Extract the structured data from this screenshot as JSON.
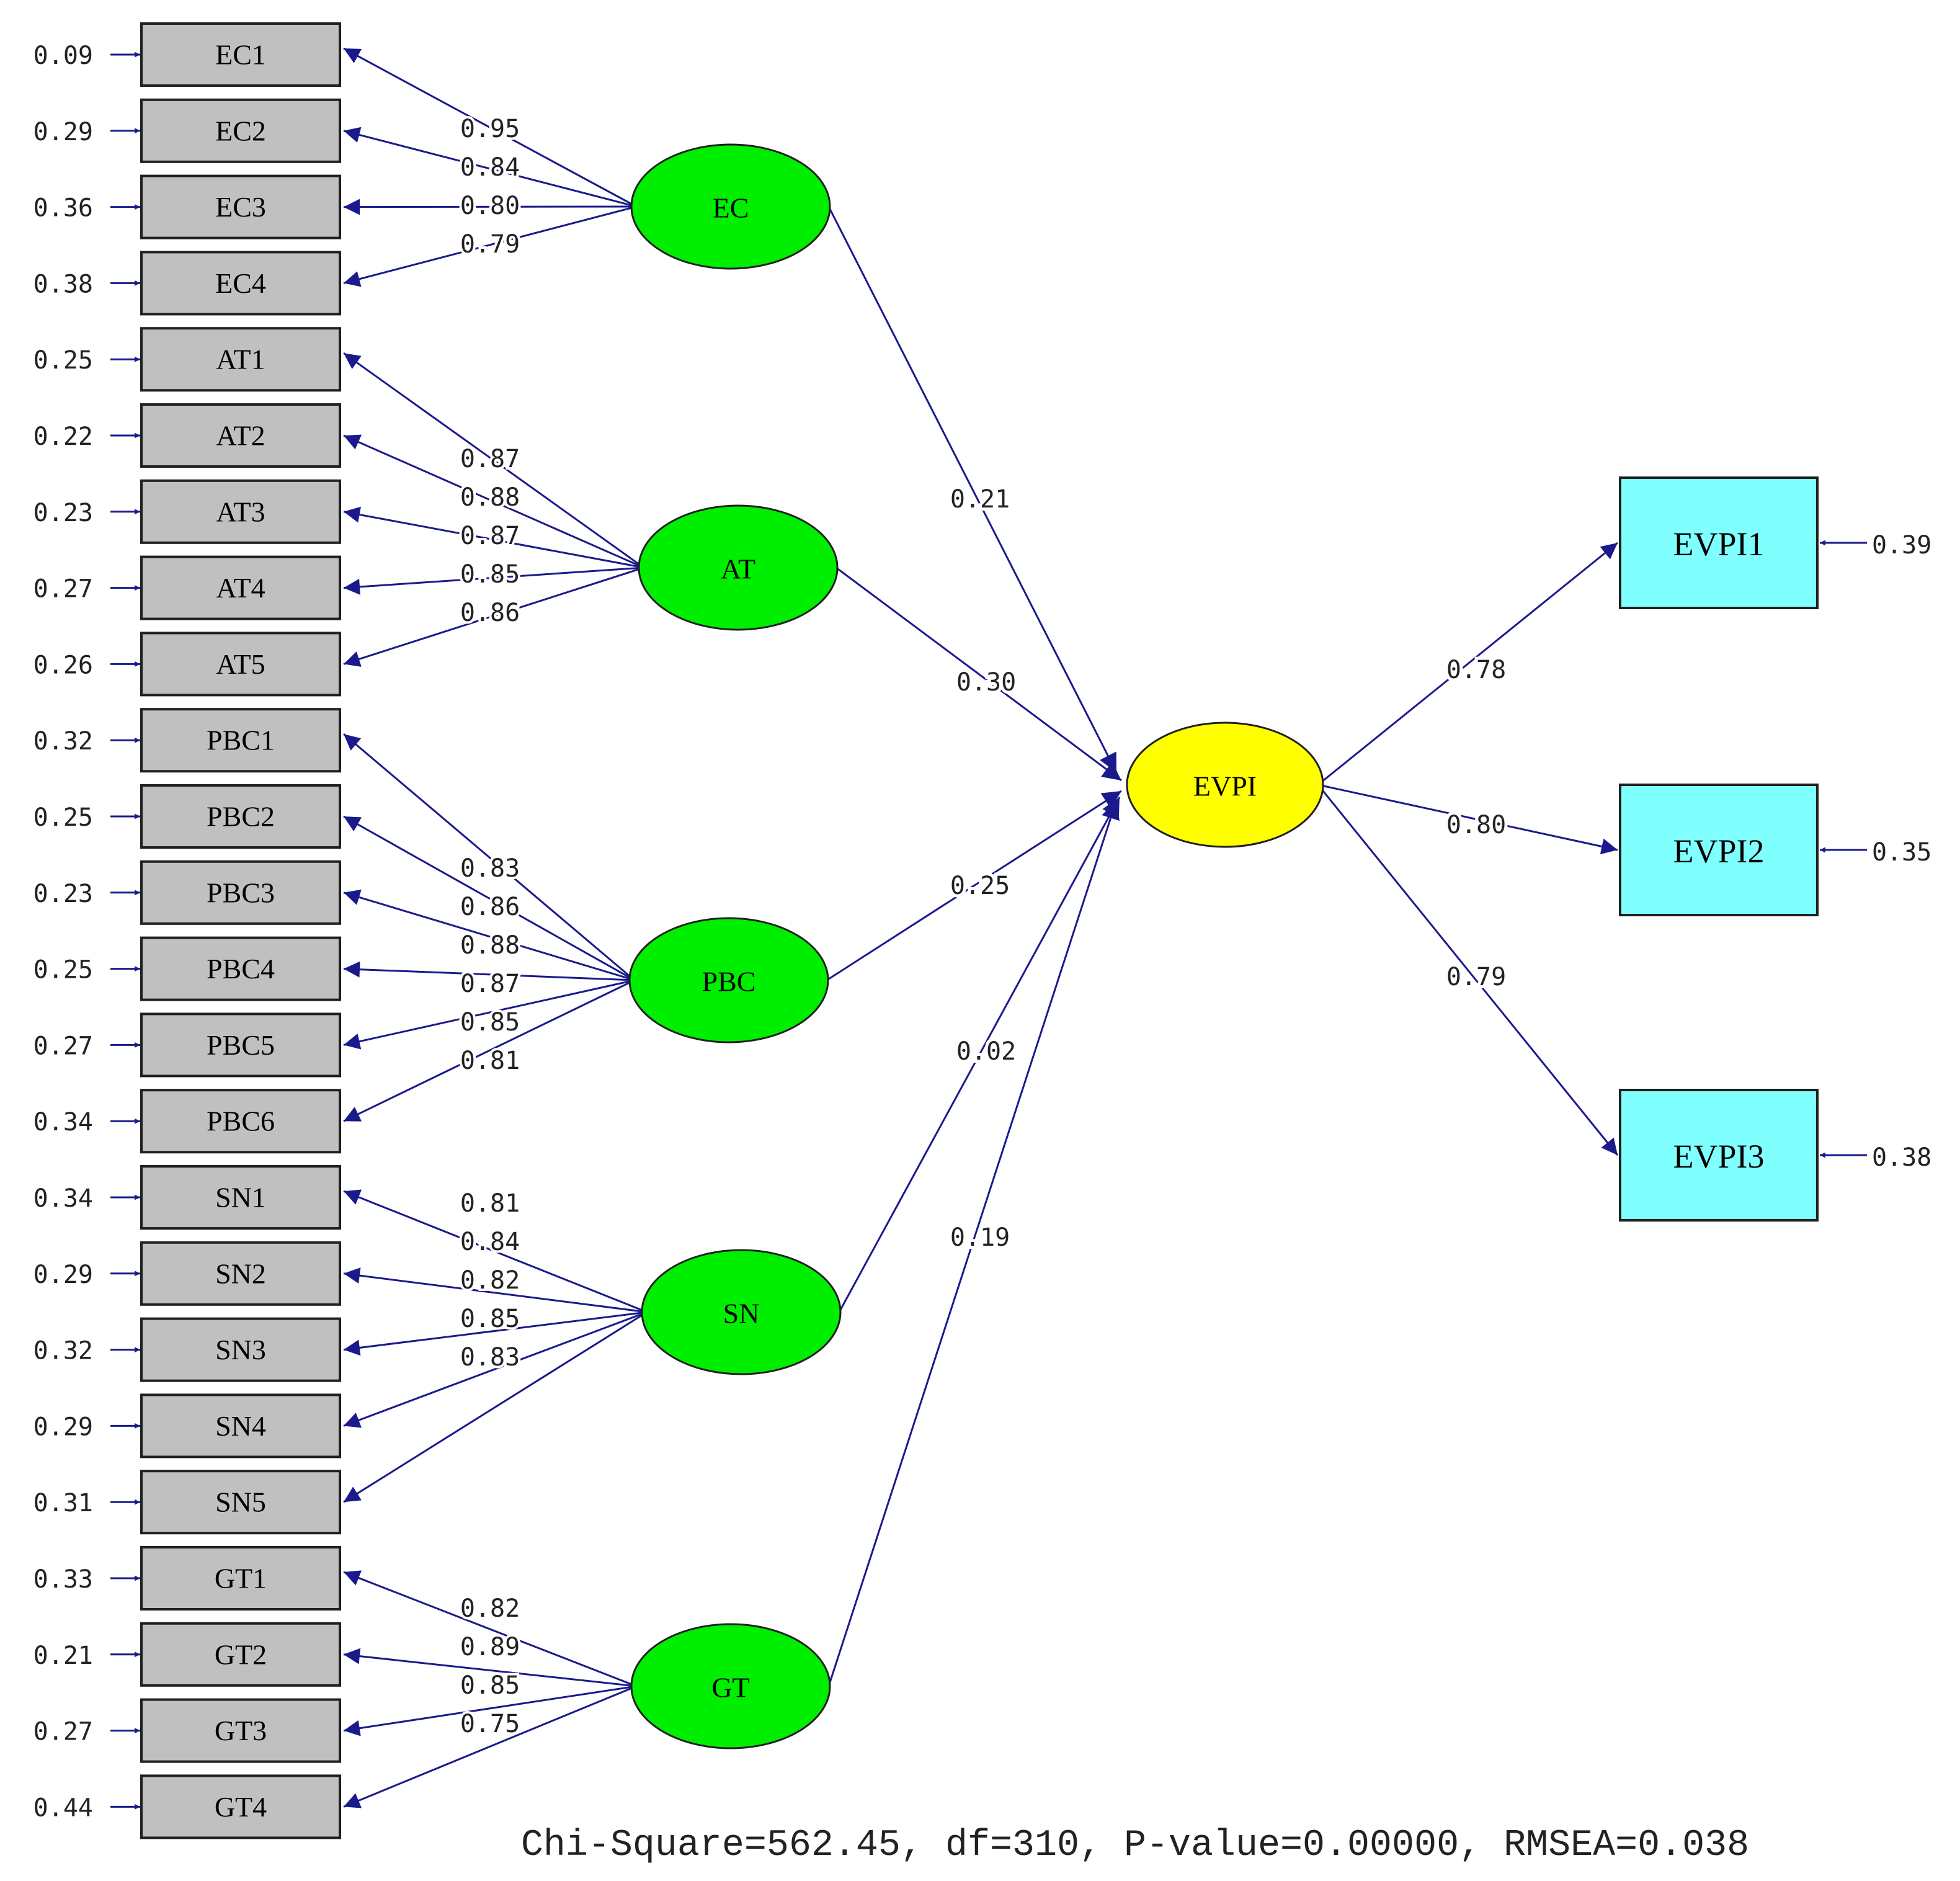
{
  "latents": [
    {
      "id": "EC",
      "label": "EC",
      "paths": [
        0.95,
        0.84,
        0.8,
        0.79
      ]
    },
    {
      "id": "AT",
      "label": "AT",
      "paths": [
        0.87,
        0.88,
        0.87,
        0.85,
        0.86
      ]
    },
    {
      "id": "PBC",
      "label": "PBC",
      "paths": [
        0.83,
        0.86,
        0.88,
        0.87,
        0.85,
        0.81
      ]
    },
    {
      "id": "SN",
      "label": "SN",
      "paths": [
        0.81,
        0.84,
        0.82,
        0.85,
        0.83
      ]
    },
    {
      "id": "GT",
      "label": "GT",
      "paths": [
        0.82,
        0.89,
        0.85,
        0.75
      ]
    }
  ],
  "indicators": [
    {
      "label": "EC1",
      "error": "0.09"
    },
    {
      "label": "EC2",
      "error": "0.29"
    },
    {
      "label": "EC3",
      "error": "0.36"
    },
    {
      "label": "EC4",
      "error": "0.38"
    },
    {
      "label": "AT1",
      "error": "0.25"
    },
    {
      "label": "AT2",
      "error": "0.22"
    },
    {
      "label": "AT3",
      "error": "0.23"
    },
    {
      "label": "AT4",
      "error": "0.27"
    },
    {
      "label": "AT5",
      "error": "0.26"
    },
    {
      "label": "PBC1",
      "error": "0.32"
    },
    {
      "label": "PBC2",
      "error": "0.25"
    },
    {
      "label": "PBC3",
      "error": "0.23"
    },
    {
      "label": "PBC4",
      "error": "0.25"
    },
    {
      "label": "PBC5",
      "error": "0.27"
    },
    {
      "label": "PBC6",
      "error": "0.34"
    },
    {
      "label": "SN1",
      "error": "0.34"
    },
    {
      "label": "SN2",
      "error": "0.29"
    },
    {
      "label": "SN3",
      "error": "0.32"
    },
    {
      "label": "SN4",
      "error": "0.29"
    },
    {
      "label": "SN5",
      "error": "0.31"
    },
    {
      "label": "GT1",
      "error": "0.33"
    },
    {
      "label": "GT2",
      "error": "0.21"
    },
    {
      "label": "GT3",
      "error": "0.27"
    },
    {
      "label": "GT4",
      "error": "0.44"
    }
  ],
  "structural": [
    {
      "from": "EC",
      "value": "0.21"
    },
    {
      "from": "AT",
      "value": "0.30"
    },
    {
      "from": "PBC",
      "value": "0.25"
    },
    {
      "from": "SN",
      "value": "0.02"
    },
    {
      "from": "GT",
      "value": "0.19"
    }
  ],
  "endogenous": {
    "label": "EVPI"
  },
  "outcomes": [
    {
      "label": "EVPI1",
      "loading": "0.78",
      "error": "0.39"
    },
    {
      "label": "EVPI2",
      "loading": "0.80",
      "error": "0.35"
    },
    {
      "label": "EVPI3",
      "loading": "0.79",
      "error": "0.38"
    }
  ],
  "colors": {
    "indicator_fill": "#c0c0c0",
    "latent_fill": "#00ee00",
    "endogenous_fill": "#ffff00",
    "outcome_fill": "#80ffff",
    "path_color": "#1a1a8c"
  },
  "fit_stats": "Chi-Square=562.45, df=310, P-value=0.00000, RMSEA=0.038"
}
